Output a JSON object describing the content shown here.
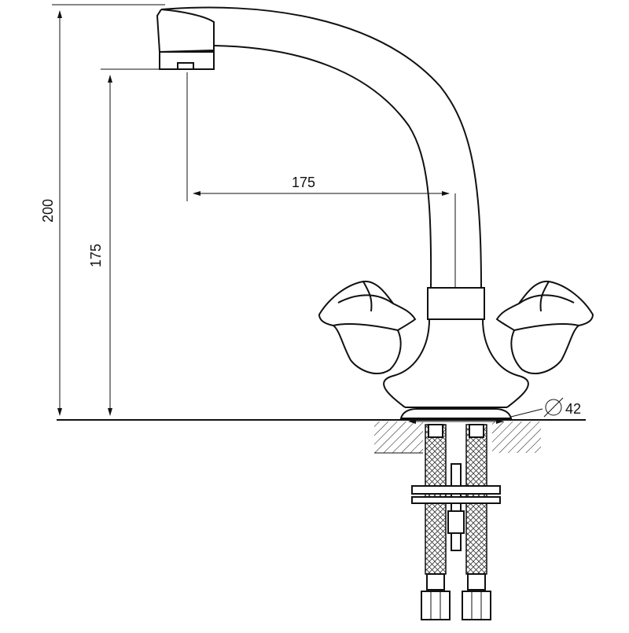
{
  "drawing": {
    "dimensions": {
      "total_height": "200",
      "spout_height": "175",
      "spout_reach": "175",
      "base_diameter": "42"
    },
    "colors": {
      "line": "#111111",
      "background": "#ffffff"
    }
  }
}
